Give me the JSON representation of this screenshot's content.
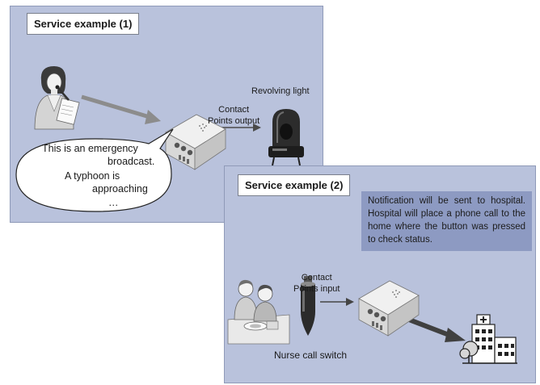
{
  "panel1": {
    "title": "Service example (1)",
    "revolving_light_label": "Revolving light",
    "contact_output_label": [
      "Contact",
      "Points output"
    ],
    "speech": {
      "line1": "This is an emergency",
      "line2": "broadcast.",
      "line3": "A typhoon is",
      "line4": "approaching",
      "line5": "…"
    }
  },
  "panel2": {
    "title": "Service example (2)",
    "notification": "Notification will be sent to hospital. Hospital will place a phone call to the home where the button was pressed to check status.",
    "contact_input_label": [
      "Contact",
      "Points input"
    ],
    "nurse_call_label": "Nurse call switch"
  },
  "colors": {
    "panel_bg": "#b9c2dc",
    "note_bg": "#8d9ac2",
    "arrow_light": "#8c8c8c",
    "arrow_dark": "#404040"
  }
}
